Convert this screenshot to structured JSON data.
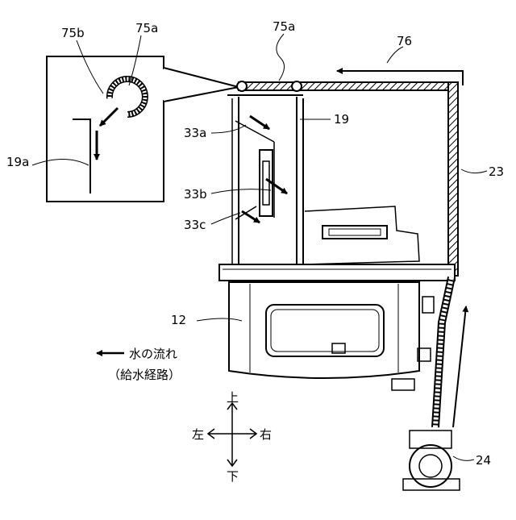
{
  "labels": {
    "l75b": "75b",
    "l75a_inset": "75a",
    "l75a_top": "75a",
    "l76": "76",
    "l19a": "19a",
    "l33a": "33a",
    "l19": "19",
    "l33b": "33b",
    "l33c": "33c",
    "l23": "23",
    "l12": "12",
    "l24": "24"
  },
  "legend": {
    "line1": "水の流れ",
    "line2": "（給水経路）"
  },
  "directions": {
    "up": "上",
    "down": "下",
    "left": "左",
    "right": "右"
  }
}
